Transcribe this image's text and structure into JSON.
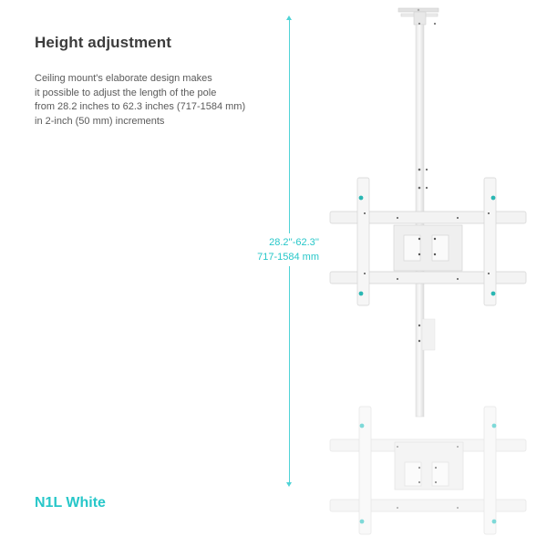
{
  "heading": {
    "title": "Height adjustment",
    "description_lines": [
      "Ceiling mount's elaborate design makes",
      "it possible to adjust the length of the pole",
      "from 28.2 inches to 62.3 inches (717-1584 mm)",
      "in 2-inch (50 mm) increments"
    ]
  },
  "dimension": {
    "inches": "28.2''-62.3''",
    "millimeters": "717-1584 mm"
  },
  "variant": {
    "label": "N1L White"
  },
  "colors": {
    "accent": "#27c7c9",
    "text_dark": "#3c3c3c",
    "text_body": "#5a5a5a",
    "mount_fill": "#f4f4f4",
    "mount_edge": "#d6d6d6"
  }
}
